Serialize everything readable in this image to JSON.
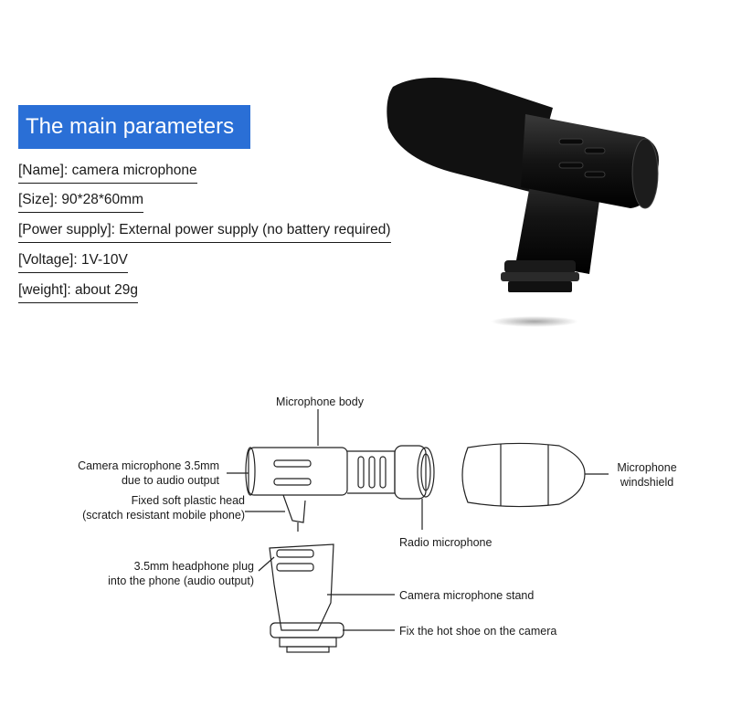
{
  "header": {
    "title": "The main parameters"
  },
  "params": [
    {
      "key": "[Name]",
      "value": ": camera microphone"
    },
    {
      "key": "[Size]",
      "value": ": 90*28*60mm"
    },
    {
      "key": "[Power supply]",
      "value": ": External power supply (no battery required)"
    },
    {
      "key": "[Voltage]",
      "value": ": 1V-10V"
    },
    {
      "key": "[weight]",
      "value": ": about 29g"
    }
  ],
  "diagram": {
    "labels": {
      "body": "Microphone body",
      "output_line1": "Camera microphone 3.5mm",
      "output_line2": "due to audio output",
      "head_line1": "Fixed soft plastic head",
      "head_line2": "(scratch resistant mobile phone)",
      "plug_line1": "3.5mm headphone plug",
      "plug_line2": "into the phone (audio output)",
      "windshield_line1": "Microphone",
      "windshield_line2": "windshield",
      "radio": "Radio microphone",
      "stand": "Camera microphone stand",
      "hotshoe": "Fix the hot shoe on the camera"
    }
  },
  "colors": {
    "title_bg": "#2a6fd6",
    "text": "#1a1a1a"
  }
}
